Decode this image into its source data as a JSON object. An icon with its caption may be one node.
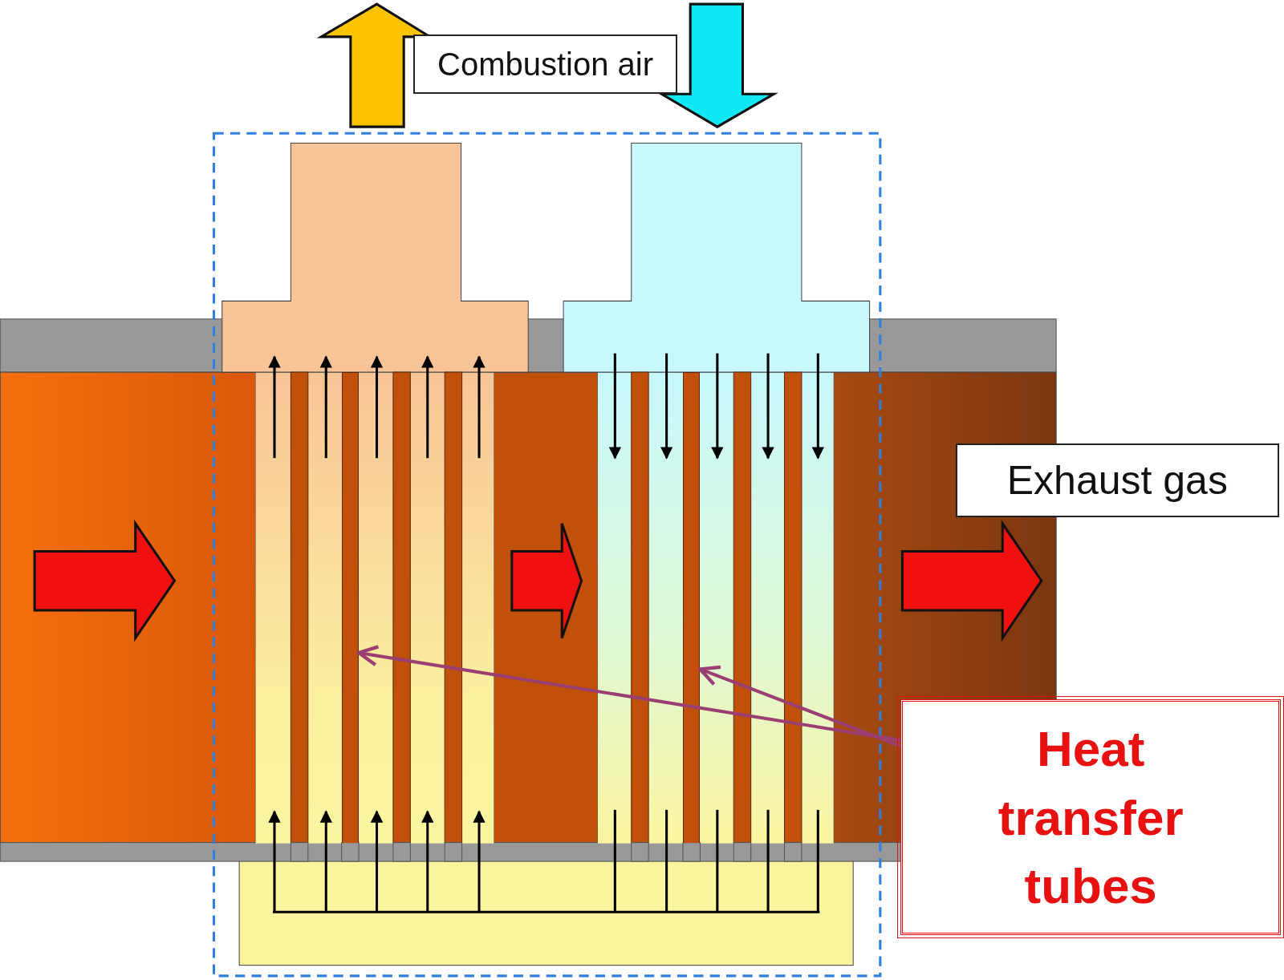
{
  "diagram": {
    "nodes": [
      {
        "text": [
          "Combustion air"
        ]
      },
      {
        "text": [
          "Exhaust gas"
        ]
      },
      {
        "text": [
          "Heat transfer tubes"
        ]
      },
      {
        "text": [],
        "shape": "bar"
      },
      {
        "text": [],
        "shape": "bar"
      }
    ],
    "edges": [
      {
        "from": 2,
        "to": 3,
        "arrow": "to",
        "color": "#9b3f73"
      },
      {
        "from": 2,
        "to": 4,
        "arrow": "to",
        "color": "#9b3f73"
      }
    ]
  }
}
